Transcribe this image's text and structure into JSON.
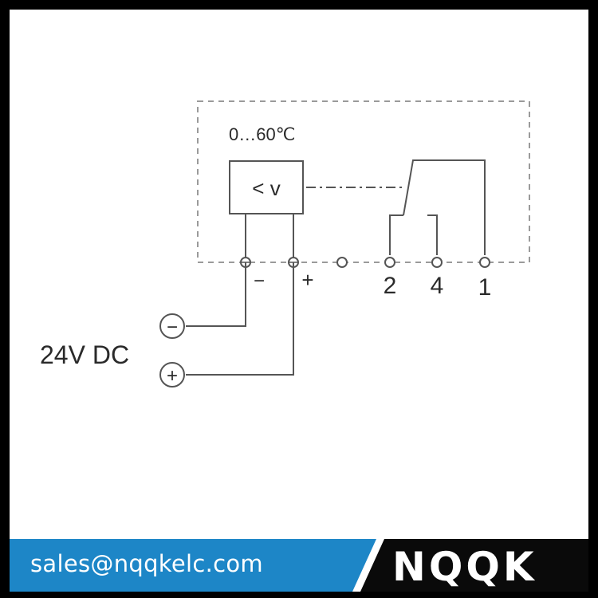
{
  "diagram": {
    "temperature_range": "0…60℃",
    "comparator_label": "< v",
    "supply_label": "24V DC",
    "supply_minus_symbol": "−",
    "supply_plus_symbol": "+",
    "terminal_minus_label": "−",
    "terminal_plus_label": "+",
    "contact_labels": [
      "2",
      "4",
      "1"
    ]
  },
  "footer": {
    "email": "sales@nqqkelc.com",
    "brand": "NQQK"
  },
  "colors": {
    "banner_blue": "#1d86c7",
    "banner_black": "#0a0a0a",
    "line": "#555555",
    "dashed_box": "#9a9a9a",
    "text": "#2a2a2a"
  }
}
